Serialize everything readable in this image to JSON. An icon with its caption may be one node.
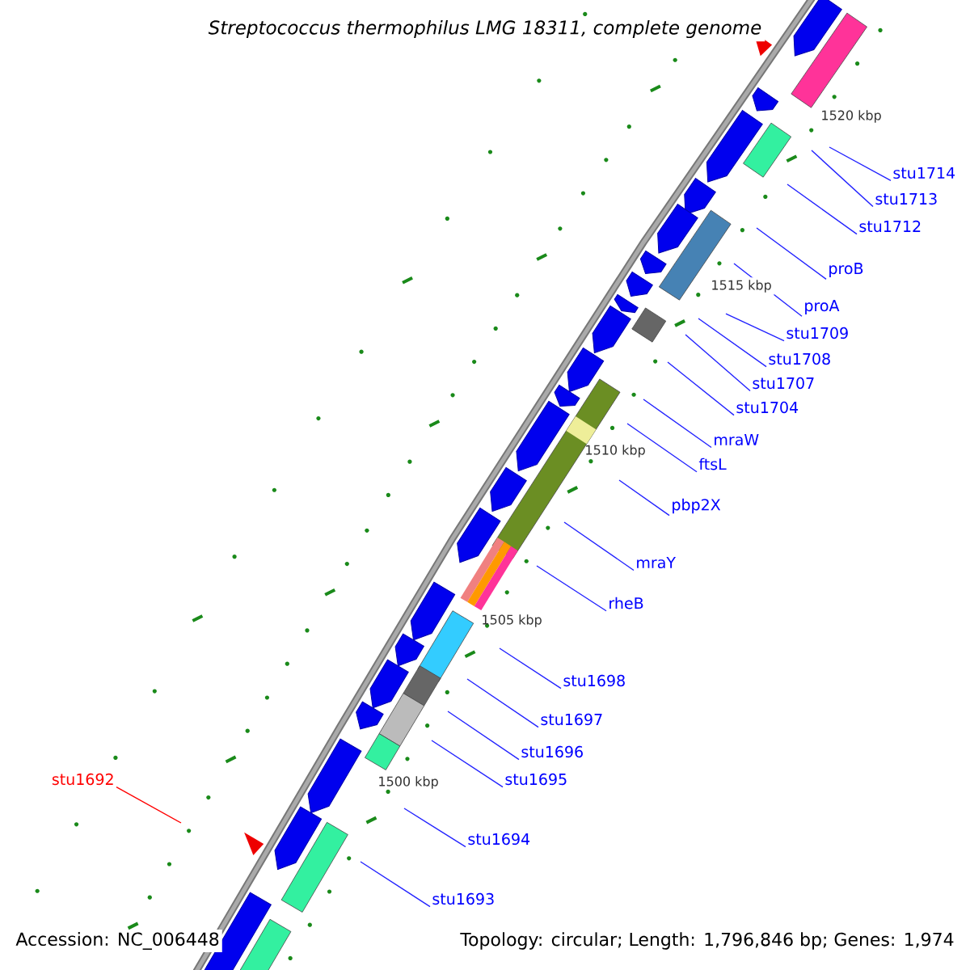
{
  "diagram": {
    "title": "Streptococcus thermophilus LMG 18311, complete genome",
    "nodes": [
      {
        "text": [
          "stu1714"
        ]
      },
      {
        "text": [
          "stu1713"
        ]
      },
      {
        "text": [
          "stu1712"
        ]
      },
      {
        "text": [
          "proB"
        ]
      },
      {
        "text": [
          "proA"
        ]
      },
      {
        "text": [
          "stu1709"
        ]
      },
      {
        "text": [
          "stu1708"
        ]
      },
      {
        "text": [
          "stu1707"
        ]
      },
      {
        "text": [
          "stu1704"
        ]
      },
      {
        "text": [
          "mraW"
        ]
      },
      {
        "text": [
          "ftsL"
        ]
      },
      {
        "text": [
          "pbp2X"
        ]
      },
      {
        "text": [
          "mraY"
        ]
      },
      {
        "text": [
          "rheB"
        ]
      },
      {
        "text": [
          "stu1698"
        ]
      },
      {
        "text": [
          "stu1697"
        ]
      },
      {
        "text": [
          "stu1696"
        ]
      },
      {
        "text": [
          "stu1695"
        ]
      },
      {
        "text": [
          "stu1692"
        ]
      },
      {
        "text": [
          "stu1694"
        ]
      },
      {
        "text": [
          "stu1693"
        ]
      }
    ],
    "edges": [
      {
        "from": 0,
        "to": null,
        "arrow": "none"
      },
      {
        "from": 1,
        "to": null,
        "arrow": "none"
      },
      {
        "from": 2,
        "to": null,
        "arrow": "none"
      },
      {
        "from": 3,
        "to": null,
        "arrow": "none"
      },
      {
        "from": 4,
        "to": null,
        "arrow": "none"
      },
      {
        "from": 5,
        "to": null,
        "arrow": "none"
      },
      {
        "from": 6,
        "to": null,
        "arrow": "none"
      },
      {
        "from": 7,
        "to": null,
        "arrow": "none"
      },
      {
        "from": 8,
        "to": null,
        "arrow": "none"
      },
      {
        "from": 9,
        "to": null,
        "arrow": "none"
      },
      {
        "from": 10,
        "to": null,
        "arrow": "none"
      },
      {
        "from": 11,
        "to": null,
        "arrow": "none"
      },
      {
        "from": 12,
        "to": null,
        "arrow": "none"
      },
      {
        "from": 13,
        "to": null,
        "arrow": "none"
      },
      {
        "from": 14,
        "to": null,
        "arrow": "none"
      },
      {
        "from": 15,
        "to": null,
        "arrow": "none"
      },
      {
        "from": 16,
        "to": null,
        "arrow": "none"
      },
      {
        "from": 17,
        "to": null,
        "arrow": "none"
      },
      {
        "from": 18,
        "to": null,
        "arrow": "none",
        "color": "#ff0000"
      },
      {
        "from": 19,
        "to": null,
        "arrow": "none"
      },
      {
        "from": 20,
        "to": null,
        "arrow": "none"
      }
    ],
    "labels": [
      "1520 kbp",
      "1515 kbp",
      "1510 kbp",
      "1505 kbp",
      "1500 kbp",
      "Accession: NC_006448",
      "Topology: circular; Length: 1,796,846 bp; Genes: 1,974"
    ]
  }
}
